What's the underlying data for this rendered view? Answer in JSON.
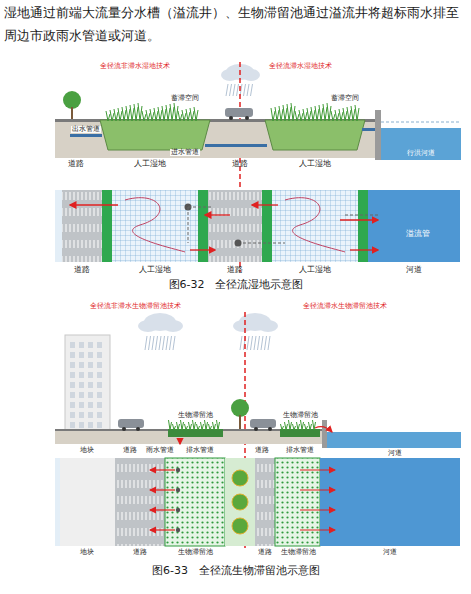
{
  "diagram": {
    "labels": [
      "湿地通过前端大流量分水槽（溢流井）、生物滞留池通过溢流井将超标雨水排至周边市政雨水管道或河道。",
      "全径流非滞水湿地技术",
      "全径流滞水湿地技术",
      "蓄滞空间",
      "蓄滞空间",
      "出水管道",
      "进水管道",
      "道路",
      "人工湿地",
      "道路",
      "人工湿地",
      "行洪河道",
      "溢流管",
      "道路",
      "人工湿地",
      "道路",
      "人工湿地",
      "河道",
      "图6-32　全径流湿地示意图",
      "全径流非滞水生物滞留池技术",
      "全径流滞水生物滞留池技术",
      "生物滞留池",
      "生物滞留池",
      "地块",
      "道路",
      "雨水管道",
      "排水管道",
      "道路",
      "排水管道",
      "河道",
      "地块",
      "道路",
      "生物滞留池",
      "道路",
      "生物滞留池",
      "河道",
      "图6-33　全径流生物滞留池示意图"
    ]
  }
}
